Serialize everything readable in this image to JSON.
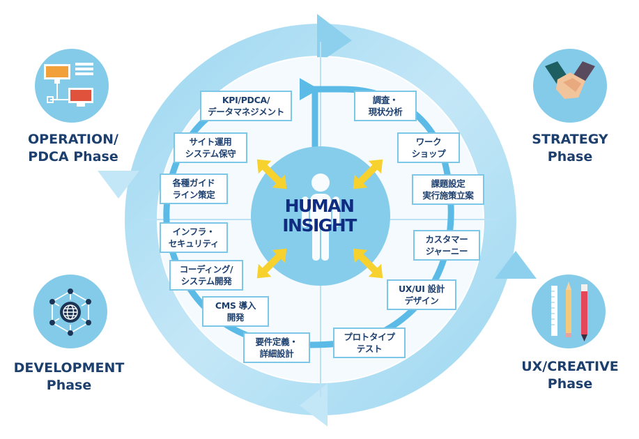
{
  "center": {
    "line1": "HUMAN",
    "line2": "INSIGHT"
  },
  "phases": {
    "operation": {
      "line1": "OPERATION/",
      "line2": "PDCA Phase",
      "icon": "computer-network-icon"
    },
    "strategy": {
      "line1": "STRATEGY",
      "line2": "Phase",
      "icon": "handshake-icon"
    },
    "development": {
      "line1": "DEVELOPMENT",
      "line2": "Phase",
      "icon": "globe-network-icon"
    },
    "ux_creative": {
      "line1": "UX/CREATIVE",
      "line2": "Phase",
      "icon": "ruler-pencil-icon"
    }
  },
  "steps": {
    "kpi": {
      "line1": "KPI/PDCA/",
      "line2": "データマネジメント"
    },
    "site_ops": {
      "line1": "サイト運用",
      "line2": "システム保守"
    },
    "guidelines": {
      "line1": "各種ガイド",
      "line2": "ライン策定"
    },
    "infra": {
      "line1": "インフラ・",
      "line2": "セキュリティ"
    },
    "coding": {
      "line1": "コーディング/",
      "line2": "システム開発"
    },
    "cms": {
      "line1": "CMS 導入",
      "line2": "開発"
    },
    "requirements": {
      "line1": "要件定義・",
      "line2": "詳細設計"
    },
    "prototype": {
      "line1": "プロトタイプ",
      "line2": "テスト"
    },
    "uxui": {
      "line1": "UX/UI 設計",
      "line2": "デザイン"
    },
    "journey": {
      "line1": "カスタマー",
      "line2": "ジャーニー"
    },
    "issues": {
      "line1": "課題設定",
      "line2": "実行施策立案"
    },
    "workshop": {
      "line1": "ワーク",
      "line2": "ショップ"
    },
    "research": {
      "line1": "調査・",
      "line2": "現状分析"
    }
  },
  "colors": {
    "outer_ring": "#a9dcf2",
    "outer_ring_light": "#d8eff9",
    "inner_circle": "#eef7fc",
    "path_line": "#5bbbe6",
    "center_circle": "#7ec9ea",
    "center_text": "#0f2c80",
    "yellow_arrow": "#f7d12e",
    "phase_icon_bg": "#84cbe9",
    "label_text": "#1d3f6e"
  }
}
